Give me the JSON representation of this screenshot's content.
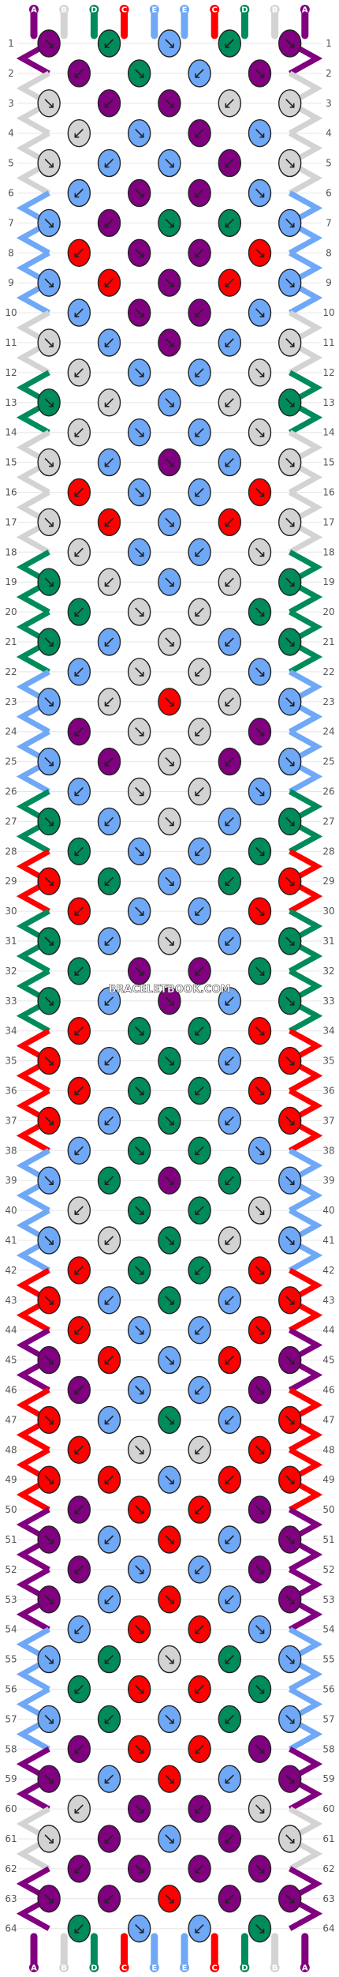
{
  "watermark": "BRACELETBOOK.COM",
  "colors": {
    "A": "#800080",
    "B": "#d3d3d3",
    "C": "#ff0000",
    "D": "#008b5a",
    "E": "#6fa8f7"
  },
  "strands_top": [
    "A",
    "B",
    "D",
    "C",
    "E",
    "E",
    "C",
    "D",
    "B",
    "A"
  ],
  "strands_bottom": [
    "A",
    "B",
    "D",
    "C",
    "E",
    "E",
    "C",
    "D",
    "B",
    "A"
  ],
  "row_count": 64,
  "knot_rows": [
    [
      "A",
      "D",
      "E",
      "D",
      "A"
    ],
    [
      "A",
      "D",
      "E",
      "A"
    ],
    [
      "B",
      "A",
      "A",
      "B",
      "B"
    ],
    [
      "B",
      "E",
      "A",
      "E"
    ],
    [
      "B",
      "E",
      "E",
      "A",
      "B"
    ],
    [
      "E",
      "A",
      "A",
      "E"
    ],
    [
      "E",
      "A",
      "D",
      "D",
      "E"
    ],
    [
      "C",
      "A",
      "A",
      "C"
    ],
    [
      "E",
      "C",
      "A",
      "C",
      "E"
    ],
    [
      "E",
      "A",
      "A",
      "E"
    ],
    [
      "B",
      "E",
      "A",
      "E",
      "B"
    ],
    [
      "B",
      "E",
      "E",
      "B"
    ],
    [
      "D",
      "B",
      "E",
      "B",
      "D"
    ],
    [
      "B",
      "E",
      "E",
      "B"
    ],
    [
      "B",
      "E",
      "A",
      "E",
      "B"
    ],
    [
      "C",
      "E",
      "E",
      "C"
    ],
    [
      "B",
      "C",
      "E",
      "C",
      "B"
    ],
    [
      "B",
      "E",
      "E",
      "B"
    ],
    [
      "D",
      "B",
      "E",
      "B",
      "D"
    ],
    [
      "D",
      "B",
      "B",
      "D"
    ],
    [
      "D",
      "E",
      "B",
      "E",
      "D"
    ],
    [
      "E",
      "B",
      "B",
      "E"
    ],
    [
      "E",
      "B",
      "C",
      "B",
      "E"
    ],
    [
      "A",
      "B",
      "B",
      "A"
    ],
    [
      "E",
      "A",
      "B",
      "A",
      "E"
    ],
    [
      "E",
      "B",
      "B",
      "E"
    ],
    [
      "D",
      "E",
      "B",
      "E",
      "D"
    ],
    [
      "D",
      "E",
      "E",
      "D"
    ],
    [
      "C",
      "D",
      "E",
      "D",
      "C"
    ],
    [
      "C",
      "E",
      "E",
      "C"
    ],
    [
      "D",
      "E",
      "B",
      "E",
      "D"
    ],
    [
      "D",
      "A",
      "A",
      "D"
    ],
    [
      "D",
      "E",
      "A",
      "E",
      "D"
    ],
    [
      "C",
      "D",
      "D",
      "C"
    ],
    [
      "C",
      "E",
      "D",
      "E",
      "C"
    ],
    [
      "C",
      "D",
      "D",
      "C"
    ],
    [
      "C",
      "E",
      "D",
      "E",
      "C"
    ],
    [
      "E",
      "D",
      "D",
      "E"
    ],
    [
      "E",
      "D",
      "A",
      "D",
      "E"
    ],
    [
      "B",
      "D",
      "D",
      "B"
    ],
    [
      "E",
      "B",
      "D",
      "B",
      "E"
    ],
    [
      "C",
      "D",
      "D",
      "C"
    ],
    [
      "C",
      "E",
      "D",
      "E",
      "C"
    ],
    [
      "C",
      "E",
      "E",
      "C"
    ],
    [
      "A",
      "C",
      "E",
      "C",
      "A"
    ],
    [
      "A",
      "E",
      "E",
      "A"
    ],
    [
      "C",
      "E",
      "D",
      "E",
      "C"
    ],
    [
      "C",
      "B",
      "B",
      "C"
    ],
    [
      "C",
      "C",
      "E",
      "C",
      "C"
    ],
    [
      "A",
      "C",
      "C",
      "A"
    ],
    [
      "A",
      "E",
      "C",
      "E",
      "A"
    ],
    [
      "A",
      "E",
      "E",
      "A"
    ],
    [
      "A",
      "E",
      "C",
      "E",
      "A"
    ],
    [
      "E",
      "C",
      "C",
      "E"
    ],
    [
      "E",
      "D",
      "B",
      "D",
      "E"
    ],
    [
      "D",
      "C",
      "C",
      "D"
    ],
    [
      "E",
      "D",
      "E",
      "D",
      "E"
    ],
    [
      "A",
      "C",
      "C",
      "A"
    ],
    [
      "A",
      "E",
      "C",
      "E",
      "A"
    ],
    [
      "B",
      "A",
      "A",
      "B"
    ],
    [
      "B",
      "A",
      "E",
      "A",
      "B"
    ],
    [
      "A",
      "A",
      "A",
      "A"
    ],
    [
      "A",
      "A",
      "C",
      "A",
      "A"
    ],
    [
      "D",
      "E",
      "E",
      "D"
    ]
  ]
}
